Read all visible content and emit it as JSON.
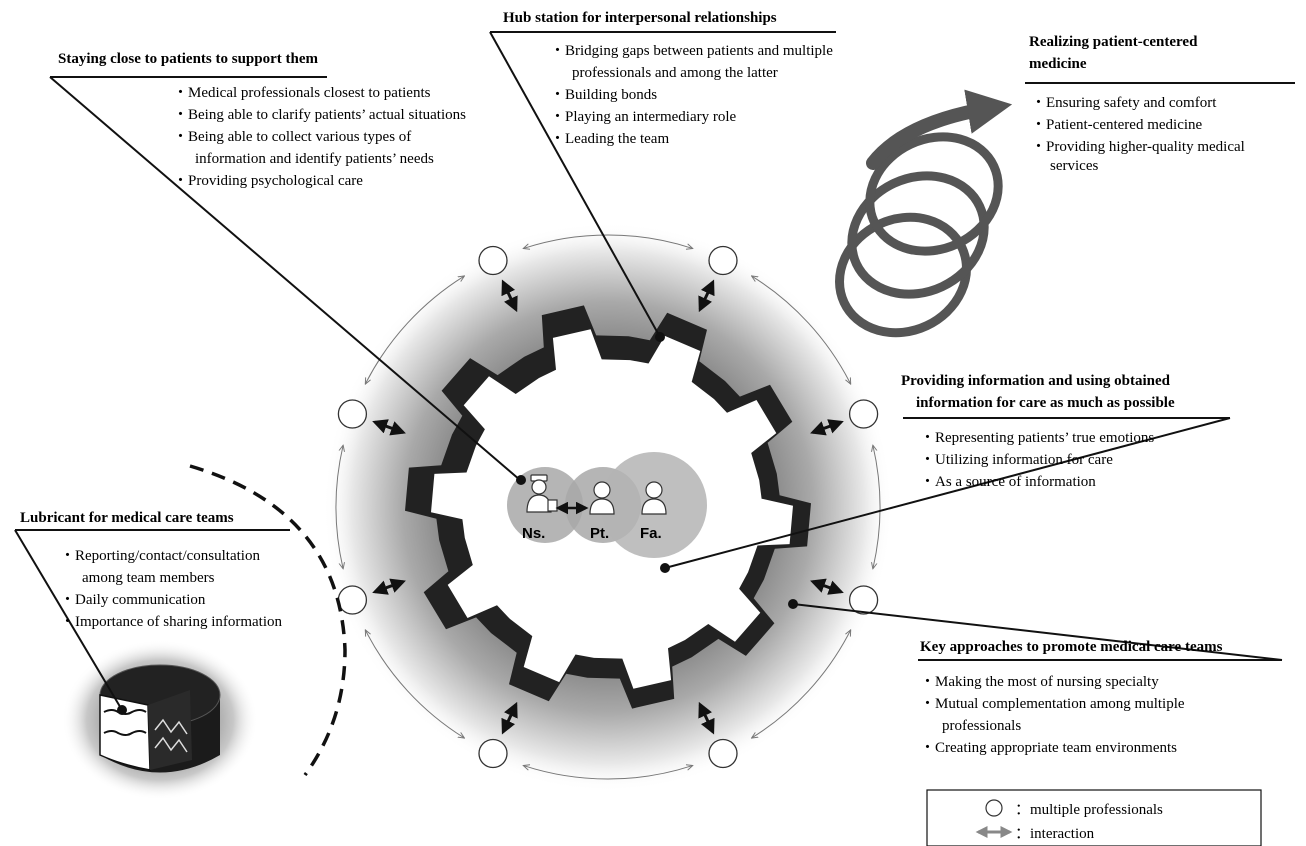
{
  "sections": {
    "staying_close": {
      "title": "Staying close to patients to support them",
      "items": [
        "・Medical professionals closest to patients",
        "・Being able to clarify patients’ actual situations",
        "・Being able to collect various types of",
        "information and identify patients’ needs",
        "・Providing psychological care"
      ]
    },
    "hub_station": {
      "title": "Hub station for interpersonal relationships",
      "items": [
        "・Bridging gaps between patients and multiple",
        "professionals and among the latter",
        "・Building bonds",
        "・Playing an intermediary role",
        "・Leading the team"
      ]
    },
    "realizing": {
      "title_lines": [
        "Realizing patient-centered",
        "medicine"
      ],
      "items": [
        "・Ensuring safety and comfort",
        "・Patient-centered medicine",
        "・Providing higher-quality medical",
        "services"
      ]
    },
    "providing_info": {
      "title_lines": [
        "Providing information and using obtained",
        "information for care as much as possible"
      ],
      "items": [
        "・Representing patients’ true emotions",
        "・Utilizing information for care",
        "・As a source of information"
      ]
    },
    "lubricant": {
      "title": "Lubricant for medical care teams",
      "items": [
        "・Reporting/contact/consultation",
        "among team members",
        "・Daily communication",
        "・Importance of sharing information"
      ]
    },
    "key_approaches": {
      "title": "Key approaches to promote medical care teams",
      "items": [
        "・Making the most of nursing specialty",
        "・Mutual complementation among multiple",
        "professionals",
        "・Creating appropriate team environments"
      ]
    }
  },
  "gear_labels": {
    "nurse": "Ns.",
    "patient": "Pt.",
    "family": "Fa."
  },
  "legend": {
    "professionals": "：multiple professionals",
    "interaction": "：interaction"
  },
  "colors": {
    "gear_band": "#222222",
    "halo": "#9a9a9a",
    "spiral": "#555555",
    "arrow_gray": "#888888"
  }
}
